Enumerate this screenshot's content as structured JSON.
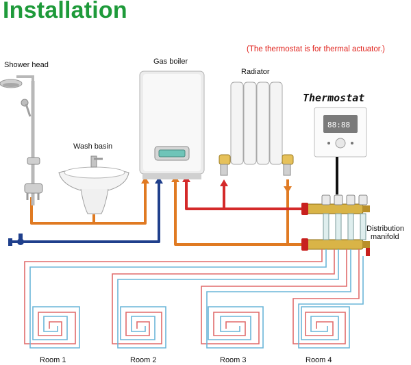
{
  "title": "Installation",
  "note": "(The thermostat is for thermal actuator.)",
  "labels": {
    "shower_head": "Shower head",
    "wash_basin": "Wash basin",
    "gas_boiler": "Gas boiler",
    "radiator": "Radiator",
    "thermostat": "Thermostat",
    "distribution_manifold": [
      "Distribution",
      "manifold"
    ]
  },
  "rooms": [
    "Room 1",
    "Room 2",
    "Room 3",
    "Room 4"
  ],
  "colors": {
    "title": "#1e9a3a",
    "note": "#e0211b",
    "hot_pipe": "#e07a22",
    "cold_pipe": "#1f3f8c",
    "flow_pipe": "#d42a2a",
    "floor_loop_red": "#e06a6a",
    "floor_loop_blue": "#6ab6d8"
  }
}
